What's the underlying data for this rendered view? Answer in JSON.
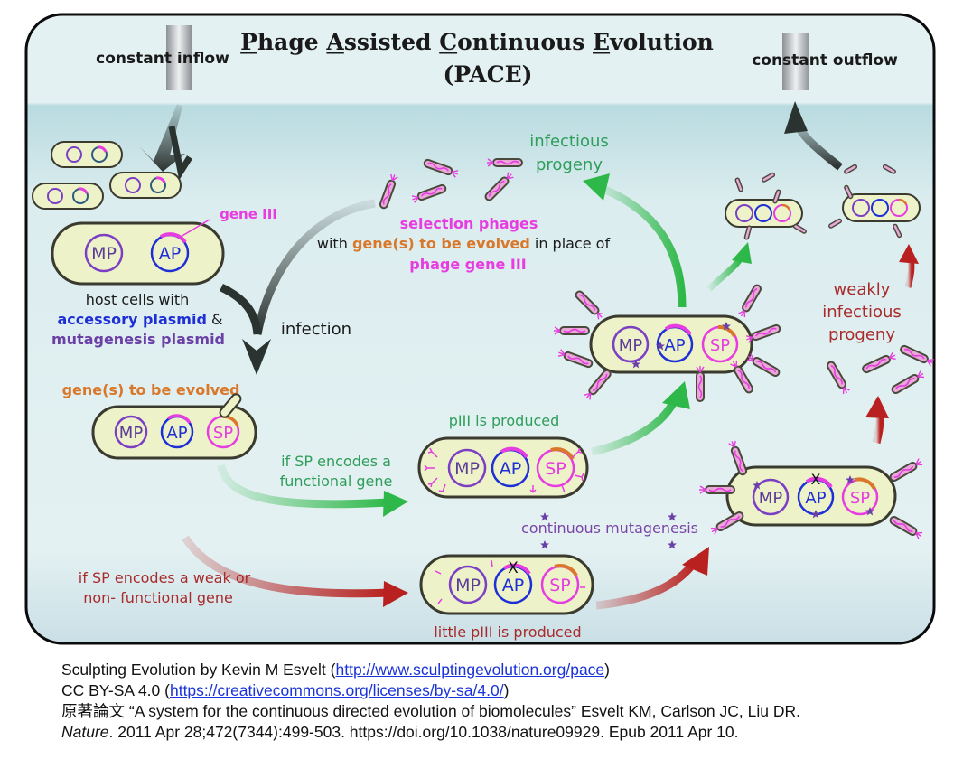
{
  "title": {
    "line1_words": [
      {
        "initial": "P",
        "rest": "hage"
      },
      {
        "initial": "A",
        "rest": "ssisted"
      },
      {
        "initial": "C",
        "rest": "ontinuous"
      },
      {
        "initial": "E",
        "rest": "volution"
      }
    ],
    "line2": "(PACE)"
  },
  "labels": {
    "constant_inflow": "constant inflow",
    "constant_outflow": "constant outflow",
    "gene_iii": "gene III",
    "host_cells_line1": "host cells with",
    "accessory_plasmid": "accessory plasmid",
    "ampersand": "&",
    "mutagenesis_plasmid": "mutagenesis plasmid",
    "infection": "infection",
    "selection_phages": "selection phages",
    "with": "with",
    "genes_to_be_evolved_inline": "gene(s) to be evolved",
    "in_place_of": "in place of",
    "phage_gene_iii": "phage gene III",
    "infectious": "infectious",
    "progeny": "progeny",
    "genes_to_be_evolved": "gene(s) to be evolved",
    "if_sp_functional_1": "if SP encodes a",
    "if_sp_functional_2": "functional gene",
    "piii_produced": "pIII is produced",
    "continuous_mutagenesis": "continuous mutagenesis",
    "if_sp_weak_1": "if SP encodes a weak or",
    "if_sp_weak_2": "non- functional gene",
    "little_piii": "little pIII is produced",
    "weakly": "weakly",
    "weakly_infectious": "infectious",
    "weakly_progeny": "progeny",
    "x_mark": "X"
  },
  "plasmids": {
    "mp": "MP",
    "ap": "AP",
    "sp": "SP"
  },
  "colors": {
    "background": "#e3f1f2",
    "band": "#bcdde2",
    "cell_fill": "#eef2c8",
    "cell_stroke": "#3a3a2e",
    "mp": "#7b3fc4",
    "ap": "#1f2fd6",
    "sp": "#e63ce0",
    "gene_iii": "#e63ce0",
    "evolved_gene": "#d9772a",
    "green": "#2fb84a",
    "green_text": "#2e9e5a",
    "red": "#b8211f",
    "red_text": "#a82a2a",
    "dark_arrow": "#2b3331",
    "mutagenesis_text": "#7a45a8",
    "star": "#6a3fa6"
  },
  "caption": {
    "line1_prefix": "Sculpting Evolution by Kevin M Esvelt (",
    "line1_link": "http://www.sculptingevolution.org/pace",
    "line1_suffix": ")",
    "line2_prefix": "CC BY-SA 4.0 (",
    "line2_link": "https://creativecommons.org/licenses/by-sa/4.0/",
    "line2_suffix": ")",
    "line3": "原著論文 “A system for the continuous directed evolution of biomolecules” Esvelt KM, Carlson JC, Liu DR.",
    "line4_journal": "Nature",
    "line4_rest": ". 2011 Apr 28;472(7344):499-503. https://doi.org/10.1038/nature09929. Epub 2011 Apr 10."
  }
}
